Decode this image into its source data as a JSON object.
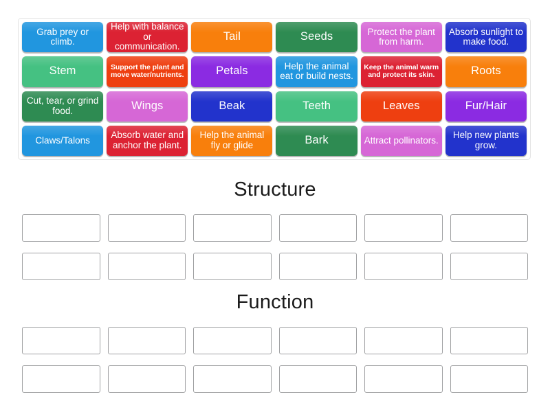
{
  "activity": {
    "type": "group-sort",
    "tile_text_color": "#ffffff",
    "slot_border_color": "#9fa0a2",
    "bank_border_color": "#e3e3e3",
    "heading_color": "#1b1b1b"
  },
  "tile_bank": {
    "name": "word-tile-bank",
    "columns": 6,
    "rows": 4,
    "tiles": [
      {
        "label": "Grab prey or climb.",
        "color": "#2196DF",
        "size": "md"
      },
      {
        "label": "Help with balance or communication.",
        "color": "#DC2233",
        "size": "md"
      },
      {
        "label": "Tail",
        "color": "#F87F0C",
        "size": "lg"
      },
      {
        "label": "Seeds",
        "color": "#2E8B52",
        "size": "lg"
      },
      {
        "label": "Protect the plant from harm.",
        "color": "#D667D6",
        "size": "md"
      },
      {
        "label": "Absorb sunlight to make food.",
        "color": "#2233CC",
        "size": "md"
      },
      {
        "label": "Stem",
        "color": "#45C182",
        "size": "lg"
      },
      {
        "label": "Support the plant and move water/nutrients.",
        "color": "#EE3F10",
        "size": "sm"
      },
      {
        "label": "Petals",
        "color": "#8B2BE2",
        "size": "lg"
      },
      {
        "label": "Help the animal eat or build nests.",
        "color": "#2196DF",
        "size": "md"
      },
      {
        "label": "Keep the animal warm and protect its skin.",
        "color": "#DC2233",
        "size": "sm"
      },
      {
        "label": "Roots",
        "color": "#F87F0C",
        "size": "lg"
      },
      {
        "label": "Cut, tear, or grind food.",
        "color": "#2E8B52",
        "size": "md"
      },
      {
        "label": "Wings",
        "color": "#D667D6",
        "size": "lg"
      },
      {
        "label": "Beak",
        "color": "#2233CC",
        "size": "lg"
      },
      {
        "label": "Teeth",
        "color": "#45C182",
        "size": "lg"
      },
      {
        "label": "Leaves",
        "color": "#EE3F10",
        "size": "lg"
      },
      {
        "label": "Fur/Hair",
        "color": "#8B2BE2",
        "size": "lg"
      },
      {
        "label": "Claws/Talons",
        "color": "#2196DF",
        "size": "md"
      },
      {
        "label": "Absorb water and anchor the plant.",
        "color": "#DC2233",
        "size": "md"
      },
      {
        "label": "Help the animal fly or glide",
        "color": "#F87F0C",
        "size": "md"
      },
      {
        "label": "Bark",
        "color": "#2E8B52",
        "size": "lg"
      },
      {
        "label": "Attract pollinators.",
        "color": "#D667D6",
        "size": "md"
      },
      {
        "label": "Help new plants grow.",
        "color": "#2233CC",
        "size": "md"
      }
    ]
  },
  "groups": [
    {
      "title": "Structure",
      "slot_count": 12,
      "slots": [
        "",
        "",
        "",
        "",
        "",
        "",
        "",
        "",
        "",
        "",
        "",
        ""
      ]
    },
    {
      "title": "Function",
      "slot_count": 12,
      "slots": [
        "",
        "",
        "",
        "",
        "",
        "",
        "",
        "",
        "",
        "",
        "",
        ""
      ]
    }
  ]
}
